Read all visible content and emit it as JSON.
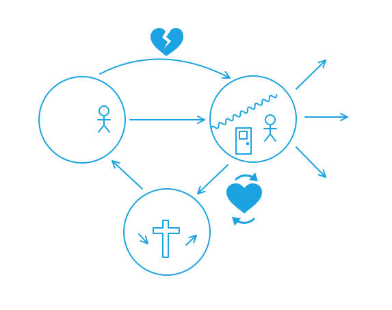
{
  "palette": {
    "accent": "#1aa3e0",
    "background": "#ffffff"
  },
  "nodes": [
    {
      "id": "start",
      "icons": [
        "person-icon"
      ]
    },
    {
      "id": "enclosed",
      "icons": [
        "person-icon",
        "door-icon",
        "wavy-wall-icon"
      ]
    },
    {
      "id": "faith",
      "icons": [
        "cross-icon",
        "arrow-in-icon",
        "arrow-out-icon"
      ]
    }
  ],
  "edges": [
    {
      "from": "start",
      "to": "enclosed",
      "style": "straight"
    },
    {
      "from": "start",
      "to": "enclosed",
      "style": "curved",
      "icon": "broken-heart-icon"
    },
    {
      "from": "enclosed",
      "to": "faith",
      "style": "straight",
      "icon": "heart-refresh-icon"
    },
    {
      "from": "faith",
      "to": "start",
      "style": "straight"
    }
  ],
  "outgoing_arrows": [
    "up-right",
    "right",
    "down-right"
  ]
}
